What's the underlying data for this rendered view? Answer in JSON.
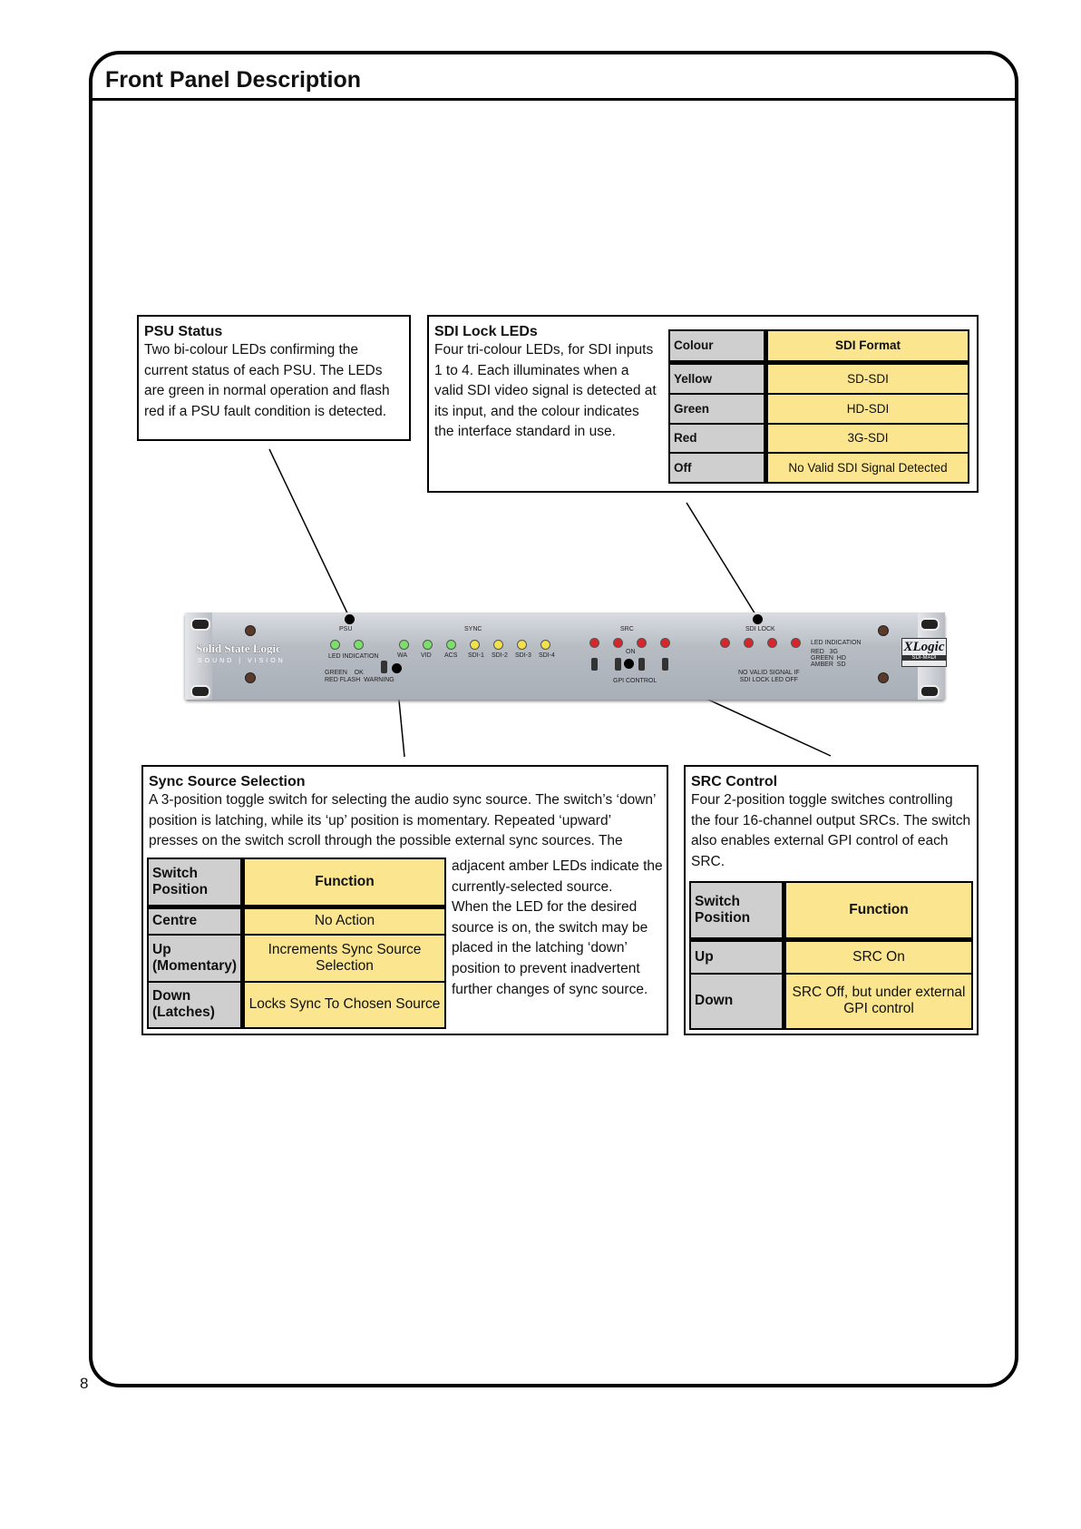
{
  "page": {
    "title": "Front Panel Description",
    "page_number": "8"
  },
  "psu": {
    "heading": "PSU Status",
    "body": "Two bi-colour LEDs confirming the current status of each PSU. The LEDs are green in normal operation and flash red if a PSU fault condition is detected."
  },
  "sdi": {
    "heading": "SDI Lock LEDs",
    "body": "Four tri-colour LEDs, for SDI inputs 1 to 4. Each illuminates when a valid SDI video signal is detected at its input, and the colour indicates the interface standard in use.",
    "col1": "Colour",
    "col2": "SDI Format",
    "rows": [
      {
        "k": "Yellow",
        "v": "SD-SDI"
      },
      {
        "k": "Green",
        "v": "HD-SDI"
      },
      {
        "k": "Red",
        "v": "3G-SDI"
      },
      {
        "k": "Off",
        "v": "No Valid SDI Signal Detected"
      }
    ]
  },
  "sync": {
    "heading": "Sync Source Selection",
    "body": "A 3-position toggle switch for selecting the audio sync source. The switch’s ‘down’ position is latching, while its ‘up’ position is momentary.  Repeated ‘upward’ presses on the switch scroll through the possible external sync sources. The",
    "side": "adjacent amber LEDs indicate the currently-selected source.\nWhen the LED for the desired source is on, the switch may be placed in the latching ‘down’ position to prevent inadvertent further changes of sync source.",
    "col1": "Switch Position",
    "col2": "Function",
    "rows": [
      {
        "k": "Centre",
        "v": "No Action"
      },
      {
        "k": "Up (Momentary)",
        "v": "Increments Sync Source Selection"
      },
      {
        "k": "Down (Latches)",
        "v": "Locks Sync To Chosen Source"
      }
    ]
  },
  "src": {
    "heading": "SRC Control",
    "body": "Four 2-position toggle switches controlling the four 16-channel output SRCs. The switch also enables external GPI control of each SRC.",
    "col1": "Switch Position",
    "col2": "Function",
    "rows": [
      {
        "k": "Up",
        "v": "SRC On"
      },
      {
        "k": "Down",
        "v": "SRC Off, but under external GPI control"
      }
    ]
  },
  "device": {
    "brand": "Solid State Logic",
    "brand_sub": "SOUND | VISION",
    "logo": "XLogic",
    "logo_sub": "SDI-MADI",
    "labels": {
      "psu": "PSU",
      "sync": "SYNC",
      "src": "SRC",
      "sdi_lock": "SDI LOCK",
      "led_indication": "LED INDICATION",
      "psu_legend": "GREEN    OK\nRED FLASH  WARNING",
      "sdi_legend": "NO VALID SIGNAL IF\nSDI LOCK LED OFF",
      "sdi_colors": "RED   3G\nGREEN  HD\nAMBER  SD",
      "gpi": "GPI CONTROL",
      "on": "ON"
    },
    "sync_leds": [
      "WA",
      "VID",
      "ACS",
      "SDI-1",
      "SDI-2",
      "SDI-3",
      "SDI-4"
    ]
  },
  "colors": {
    "table_key": "#cfcfcf",
    "table_value": "#fbe58f",
    "led_green": "#7be06a",
    "led_amber": "#f2e14a",
    "led_red": "#d6262c"
  }
}
